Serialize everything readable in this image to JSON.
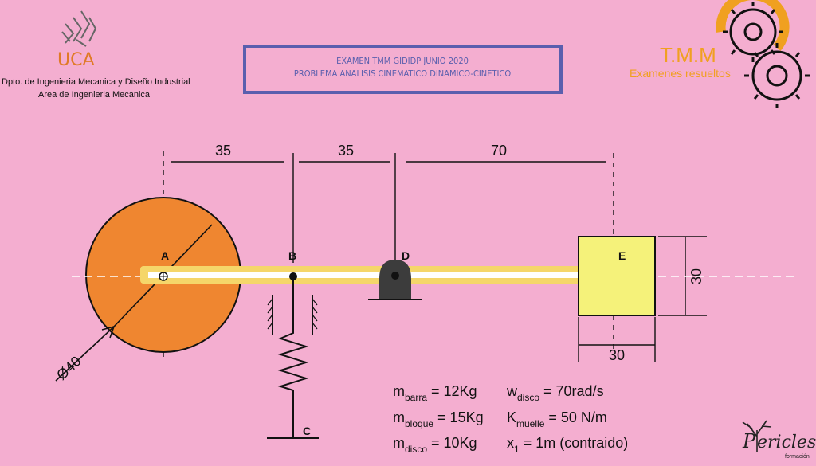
{
  "header": {
    "logo_text": "UCA",
    "dept_line1": "Dpto. de Ingenieria Mecanica y Diseño Industrial",
    "dept_line2": "Area de Ingenieria Mecanica",
    "title_line1": "EXAMEN TMM GIDIDP JUNIO 2020",
    "title_line2": "PROBLEMA ANALISIS CINEMATICO DINAMICO-CINETICO",
    "tmm_title": "T.M.M",
    "tmm_subtitle": "Examenes resueltos"
  },
  "diagram": {
    "dims": {
      "ab": "35",
      "bd": "35",
      "de": "70",
      "block_height": "30",
      "block_width": "30",
      "disk_diameter": "Ø40"
    },
    "points": {
      "a": "A",
      "b": "B",
      "c": "C",
      "d": "D",
      "e": "E"
    },
    "colors": {
      "background": "#f4aed0",
      "disk": "#ef8630",
      "bar": "#f5d66a",
      "block": "#f5f27a",
      "support": "#3c3c3c",
      "frame": "#5a5fae",
      "accent": "#f0a020"
    }
  },
  "params": {
    "m_barra": {
      "base": "m",
      "sub": "barra",
      "value": " = 12Kg"
    },
    "m_bloque": {
      "base": "m",
      "sub": "bloque",
      "value": " = 15Kg"
    },
    "m_disco": {
      "base": "m",
      "sub": "disco",
      "value": " = 10Kg"
    },
    "w_disco": {
      "base": "w",
      "sub": "disco",
      "value": " = 70rad/s"
    },
    "k_muelle": {
      "base": "K",
      "sub": "muelle",
      "value": " = 50 N/m"
    },
    "x1": {
      "base": "x",
      "sub": "1",
      "value": " = 1m (contraido)"
    }
  },
  "footer": {
    "brand": "ericles",
    "brand_initial": "P",
    "brand_sub": "formación"
  }
}
